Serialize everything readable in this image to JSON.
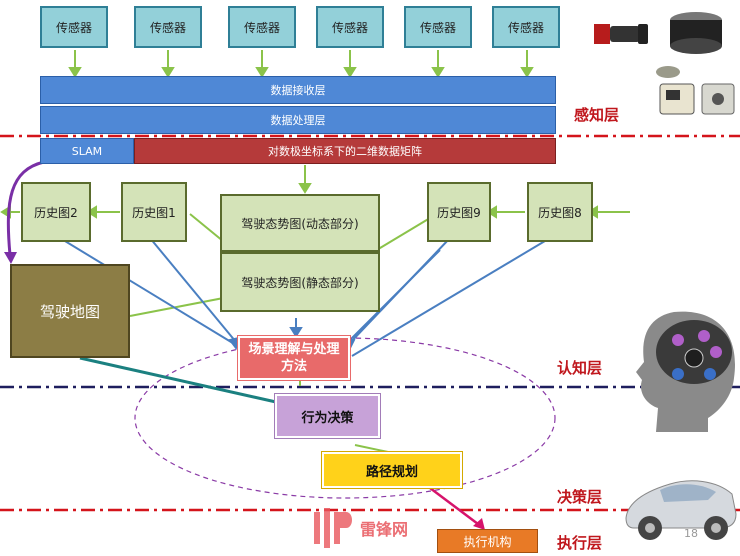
{
  "sensors": [
    "传感器",
    "传感器",
    "传感器",
    "传感器",
    "传感器",
    "传感器"
  ],
  "layers": {
    "receive": "数据接收层",
    "process": "数据处理层",
    "slam": "SLAM",
    "matrix": "对数极坐标系下的二维数据矩阵"
  },
  "history": {
    "h2": "历史图2",
    "h1": "历史图1",
    "h9": "历史图9",
    "h8": "历史图8"
  },
  "situation": {
    "dynamic": "驾驶态势图(动态部分)",
    "static": "驾驶态势图(静态部分)"
  },
  "driving_map": "驾驶地图",
  "scene": "场景理解与处理方法",
  "behavior": "行为决策",
  "path": "路径规划",
  "actuator": "执行机构",
  "layer_labels": {
    "perception": "感知层",
    "cognition": "认知层",
    "decision": "决策层",
    "execution": "执行层"
  },
  "page_number": "18",
  "watermark": "雷锋网",
  "colors": {
    "sensor_fill": "#93d0d9",
    "blue_layer": "#4f88d6",
    "matrix_red": "#b53a3a",
    "history_fill": "#d4e3b8",
    "map_fill": "#8c7d45",
    "scene_fill": "#e86a6a",
    "behavior_fill": "#c7a2d8",
    "path_fill": "#ffd21a",
    "actuator_fill": "#e87a26",
    "layer_label": "#c0171d"
  }
}
